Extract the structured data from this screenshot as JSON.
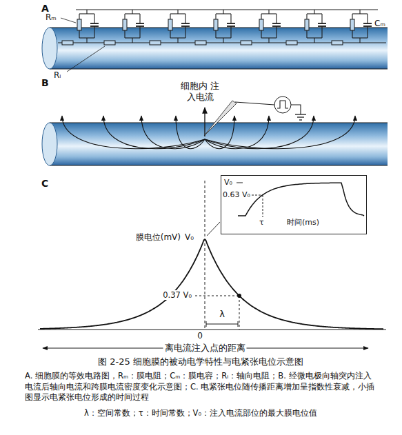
{
  "diagram": {
    "caption": "图 2-25 细胞膜的被动电学特性与电紧张电位示意图",
    "nodes": [
      {
        "text": [
          "V₀",
          "0.63 V₀",
          "τ",
          "时间(ms)"
        ]
      }
    ],
    "labels": [
      "A",
      "Rₘ",
      "Cₘ",
      "Rᵢ",
      "B",
      "细胞内 注入电流",
      "C",
      "膜电位(mV)",
      "V₀",
      "0.37 V₀",
      "0",
      "λ",
      "离电流注入点的距离",
      "A. 细胞膜的等效电路图，Rₘ：膜电阻；Cₘ：膜电容；Rᵢ：轴向电阻；B. 经微电极向轴突内注入电流后轴向电流和跨膜电流密度变化示意图；C. 电紧张电位随传播距离增加呈指数性衰减，小插图显示电紧张电位形成的时间过程",
      "λ：空间常数；τ：时间常数；V₀：注入电流部位的最大膜电位值"
    ]
  }
}
